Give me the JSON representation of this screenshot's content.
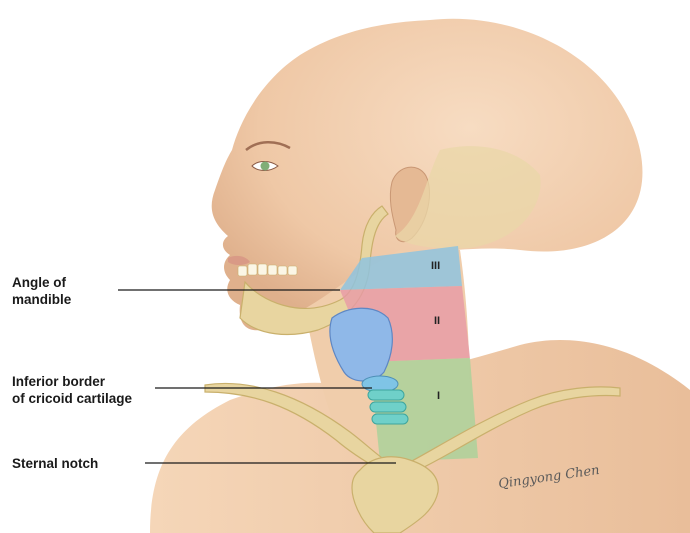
{
  "labels": {
    "angle_of_mandible": [
      "Angle of",
      "mandible"
    ],
    "cricoid": [
      "Inferior border",
      "of cricoid cartilage"
    ],
    "sternal_notch": "Sternal notch"
  },
  "zones": [
    {
      "id": "III",
      "color": "#8fc3de"
    },
    {
      "id": "II",
      "color": "#e79aa6"
    },
    {
      "id": "I",
      "color": "#a8d29a"
    }
  ],
  "signature": "Qingyong Chen",
  "colors": {
    "skin": "#f3d2b4",
    "skin_shadow": "#e3b592",
    "bone": "#e8d5a0",
    "bone_edge": "#c9b06c",
    "cartilage": "#8fb8e8",
    "trachea": "#6fd0c9",
    "iris": "#7fae77"
  }
}
